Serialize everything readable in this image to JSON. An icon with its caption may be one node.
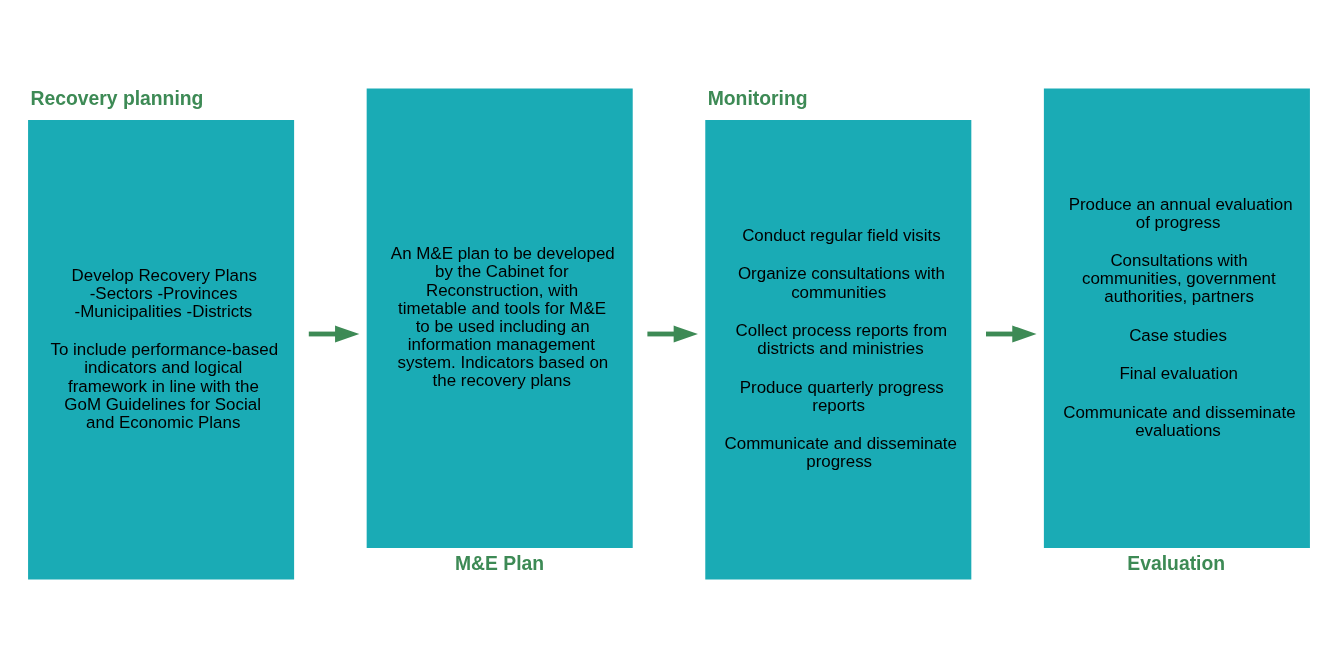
{
  "diagram": {
    "nodes": [
      {
        "text": [
          "Recovery planning",
          "Develop Recovery Plans -Sectors -Provinces -Municipalities -Districts",
          "To include performance-based indicators and logical framework in line with the GoM Guidelines for Social and Economic Plans"
        ]
      },
      {
        "text": [
          "An M&E plan to be developed by the Cabinet for Reconstruction, with timetable and tools for M&E to be used including an information management system. Indicators based on the recovery plans",
          "M&E Plan"
        ]
      },
      {
        "text": [
          "Monitoring",
          "Conduct regular field visits",
          "Organize consultations with communities",
          "Collect process reports from districts and ministries",
          "Produce quarterly progress reports",
          "Communicate and disseminate progress"
        ]
      },
      {
        "text": [
          "Produce an annual evaluation of progress",
          "Consultations with communities, government authorities, partners",
          "Case studies",
          "Final evaluation",
          "Communicate and disseminate evaluations",
          "Evaluation"
        ]
      }
    ],
    "edges": [
      {
        "from": 0,
        "to": 1,
        "arrow": "to"
      },
      {
        "from": 1,
        "to": 2,
        "arrow": "to"
      },
      {
        "from": 2,
        "to": 3,
        "arrow": "to"
      }
    ]
  }
}
